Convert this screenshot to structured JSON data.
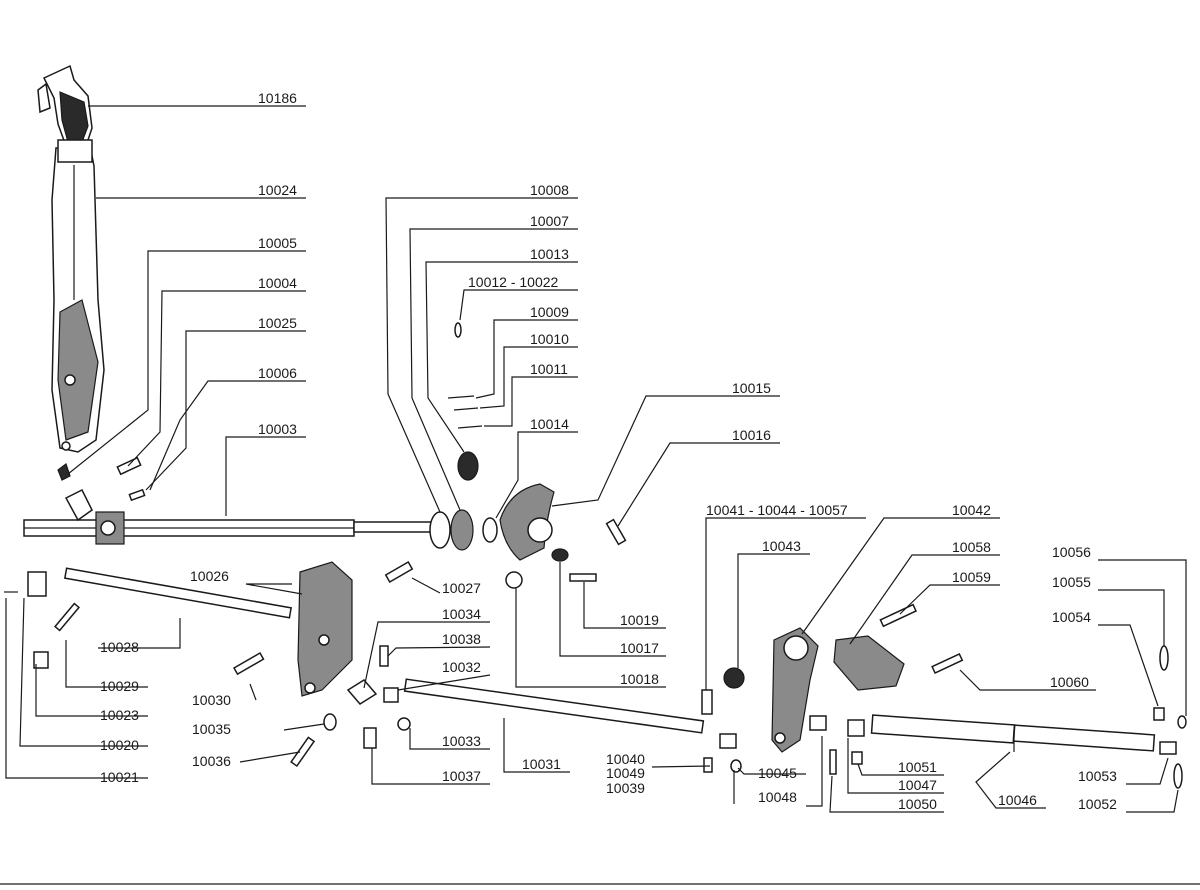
{
  "diagram": {
    "labels": {
      "p10186": "10186",
      "p10024": "10024",
      "p10005": "10005",
      "p10004": "10004",
      "p10025": "10025",
      "p10006": "10006",
      "p10003": "10003",
      "p10008": "10008",
      "p10007": "10007",
      "p10013": "10013",
      "p10012_10022": "10012 - 10022",
      "p10009": "10009",
      "p10010": "10010",
      "p10011": "10011",
      "p10014": "10014",
      "p10015": "10015",
      "p10016": "10016",
      "p10026": "10026",
      "p10027": "10027",
      "p10028": "10028",
      "p10029": "10029",
      "p10023": "10023",
      "p10020": "10020",
      "p10021": "10021",
      "p10030": "10030",
      "p10035": "10035",
      "p10036": "10036",
      "p10034": "10034",
      "p10038": "10038",
      "p10032": "10032",
      "p10033": "10033",
      "p10037": "10037",
      "p10031": "10031",
      "p10019": "10019",
      "p10017": "10017",
      "p10018": "10018",
      "p10041_10044_10057": "10041 - 10044 - 10057",
      "p10043": "10043",
      "p10042": "10042",
      "p10058": "10058",
      "p10059": "10059",
      "p10056": "10056",
      "p10055": "10055",
      "p10054": "10054",
      "p10060": "10060",
      "p10040": "10040",
      "p10049": "10049",
      "p10039": "10039",
      "p10045": "10045",
      "p10048": "10048",
      "p10051": "10051",
      "p10047": "10047",
      "p10050": "10050",
      "p10046": "10046",
      "p10053": "10053",
      "p10052": "10052"
    }
  }
}
